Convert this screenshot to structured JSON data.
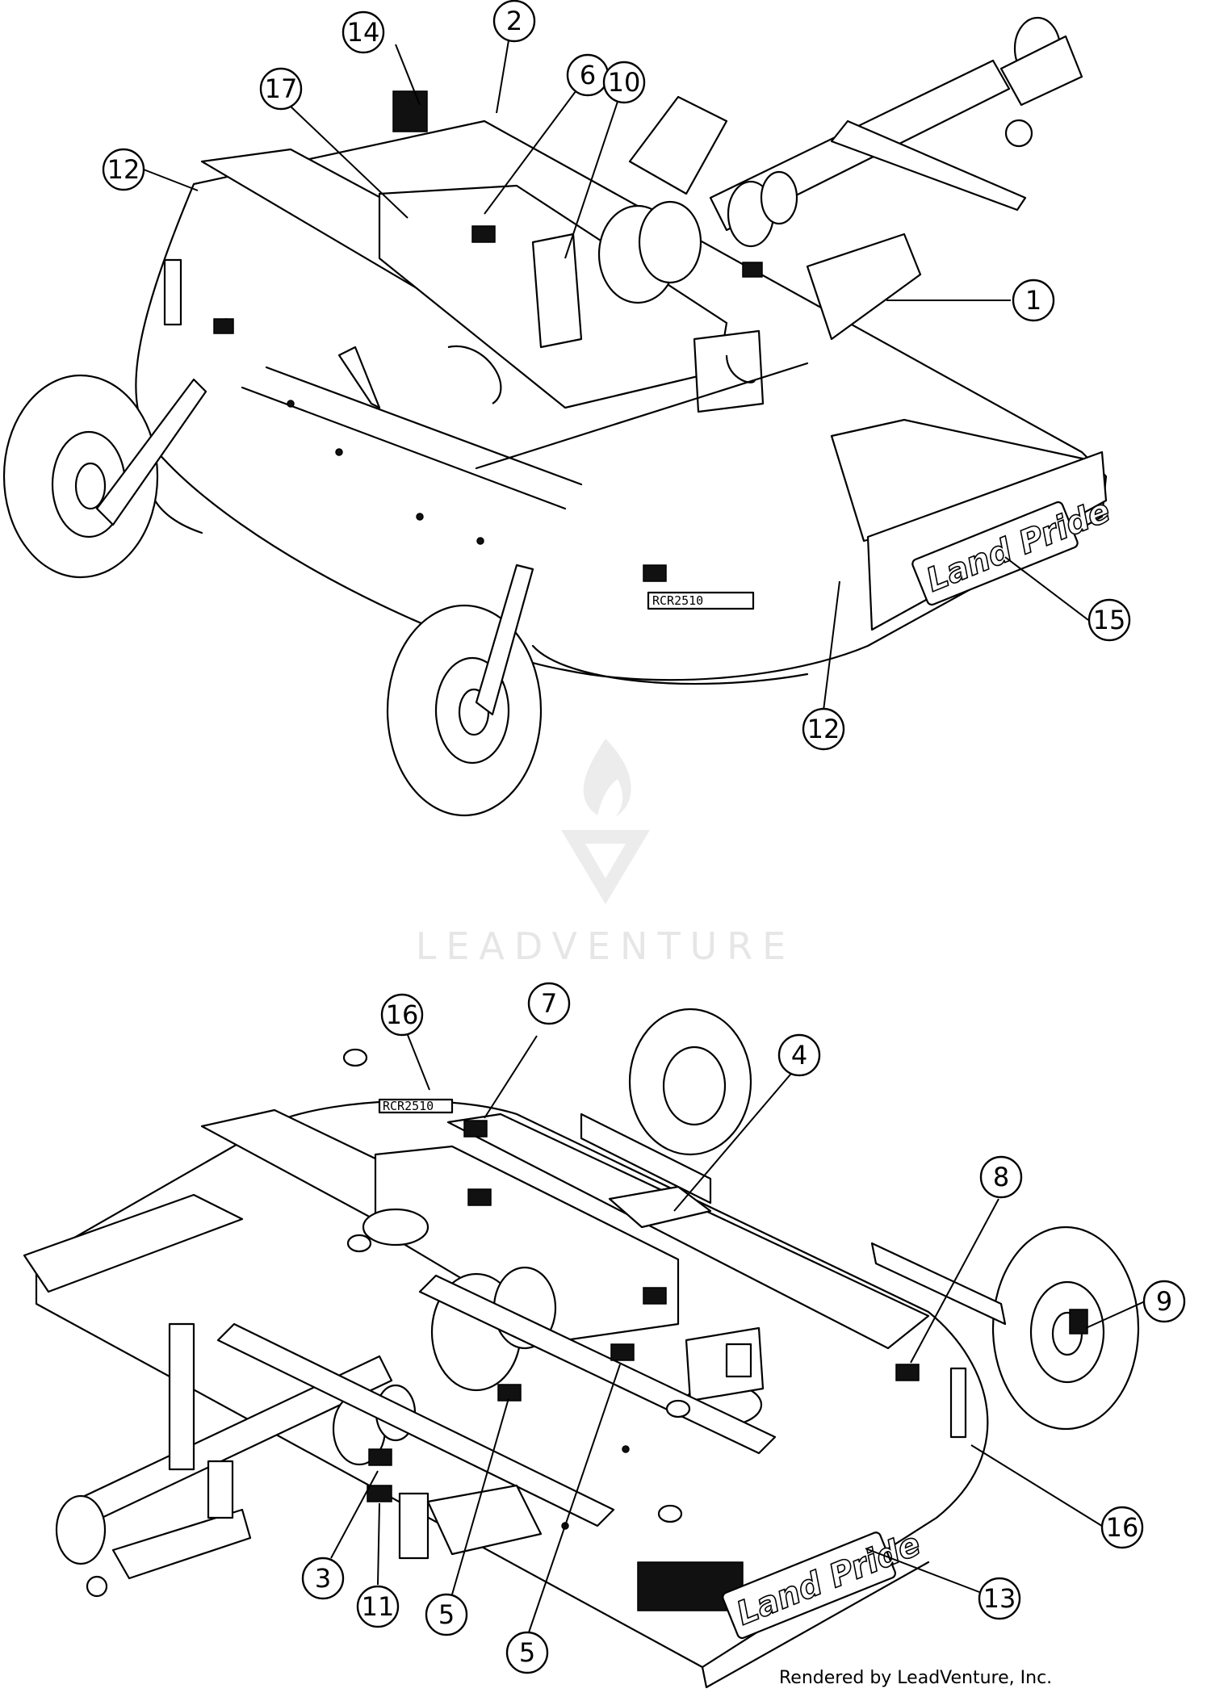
{
  "watermark": {
    "name": "LEADVENTURE"
  },
  "credit": "Rendered by LeadVenture, Inc.",
  "brand_decal": "Land Pride",
  "model_decal": "RCR2510",
  "callouts_top": [
    {
      "label": "14"
    },
    {
      "label": "2"
    },
    {
      "label": "6"
    },
    {
      "label": "10"
    },
    {
      "label": "17"
    },
    {
      "label": "12"
    },
    {
      "label": "1"
    },
    {
      "label": "15"
    },
    {
      "label": "12"
    }
  ],
  "callouts_bottom": [
    {
      "label": "16"
    },
    {
      "label": "7"
    },
    {
      "label": "4"
    },
    {
      "label": "8"
    },
    {
      "label": "9"
    },
    {
      "label": "16"
    },
    {
      "label": "13"
    },
    {
      "label": "3"
    },
    {
      "label": "11"
    },
    {
      "label": "5"
    },
    {
      "label": "5"
    }
  ]
}
